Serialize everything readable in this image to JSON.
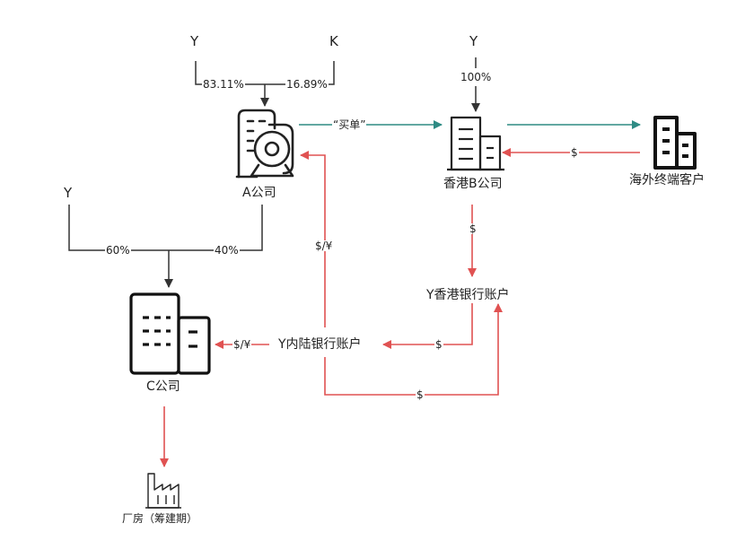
{
  "entities": {
    "a_company": "A公司",
    "b_company": "香港B公司",
    "c_company": "C公司",
    "overseas_client": "海外终端客户",
    "hk_account": "Y香港银行账户",
    "mainland_account": "Y内陆银行账户",
    "factory": "厂房（筹建期）"
  },
  "shareholders": {
    "a_y": "Y",
    "a_k": "K",
    "b_y": "Y",
    "c_y": "Y"
  },
  "percentages": {
    "a_y_pct": "83.11%",
    "a_k_pct": "16.89%",
    "b_y_pct": "100%",
    "c_y_pct": "60%",
    "c_a_pct": "40%"
  },
  "flow_labels": {
    "buy_order": "“买单”",
    "usd_client_to_b": "$",
    "usd_b_to_hk": "$",
    "usd_hk_to_mainland": "$",
    "usd_cny_mainland_to_a": "$/¥",
    "usd_cny_mainland_to_c": "$/¥",
    "usd_mainland_to_hk": "$"
  },
  "colors": {
    "ownership_line": "#333333",
    "goods_flow": "#2e8b84",
    "money_flow": "#e05252"
  }
}
